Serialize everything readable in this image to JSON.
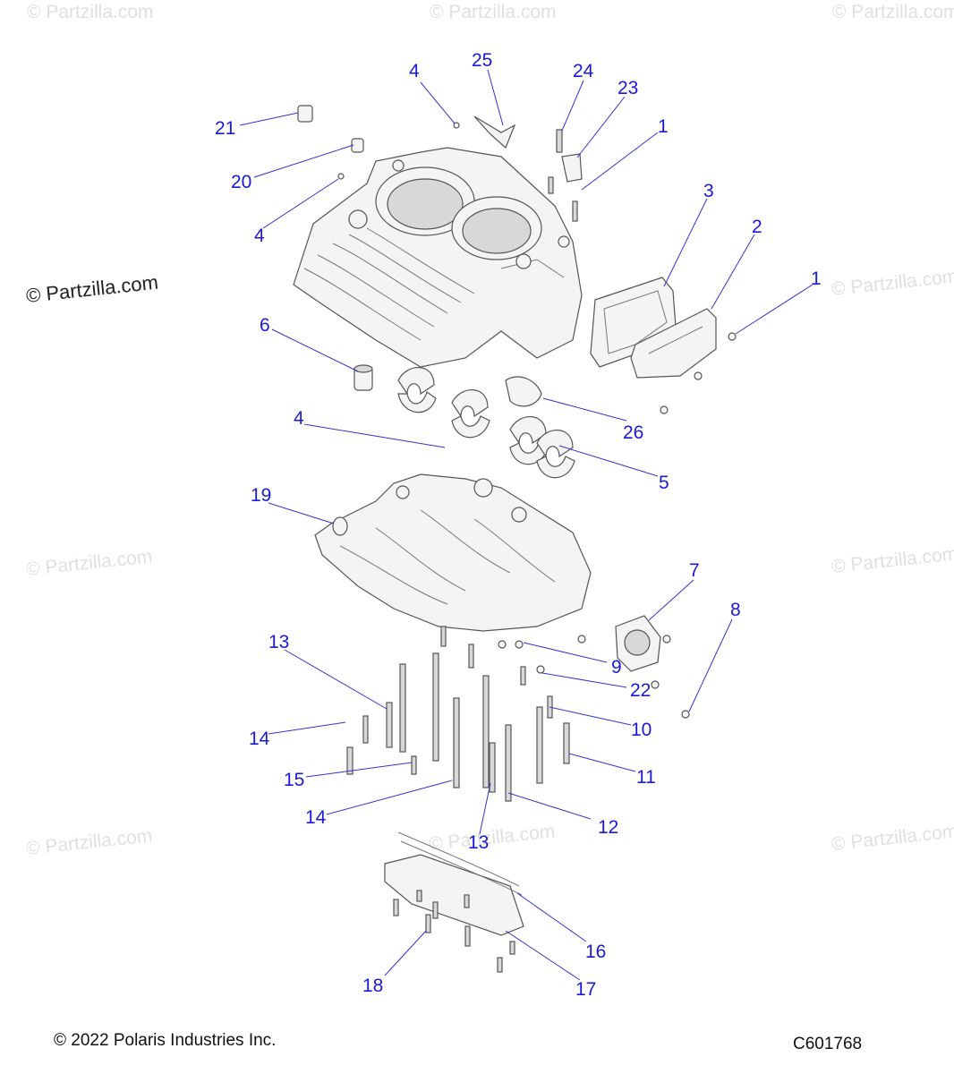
{
  "watermark": "© Partzilla.com",
  "callouts": [
    "1",
    "1",
    "2",
    "3",
    "4",
    "4",
    "4",
    "5",
    "6",
    "7",
    "8",
    "9",
    "10",
    "11",
    "12",
    "13",
    "13",
    "14",
    "14",
    "15",
    "16",
    "17",
    "18",
    "19",
    "20",
    "21",
    "22",
    "23",
    "24",
    "25",
    "26"
  ],
  "footer": {
    "copyright": "© 2022 Polaris Industries Inc.",
    "code": "C601768"
  }
}
